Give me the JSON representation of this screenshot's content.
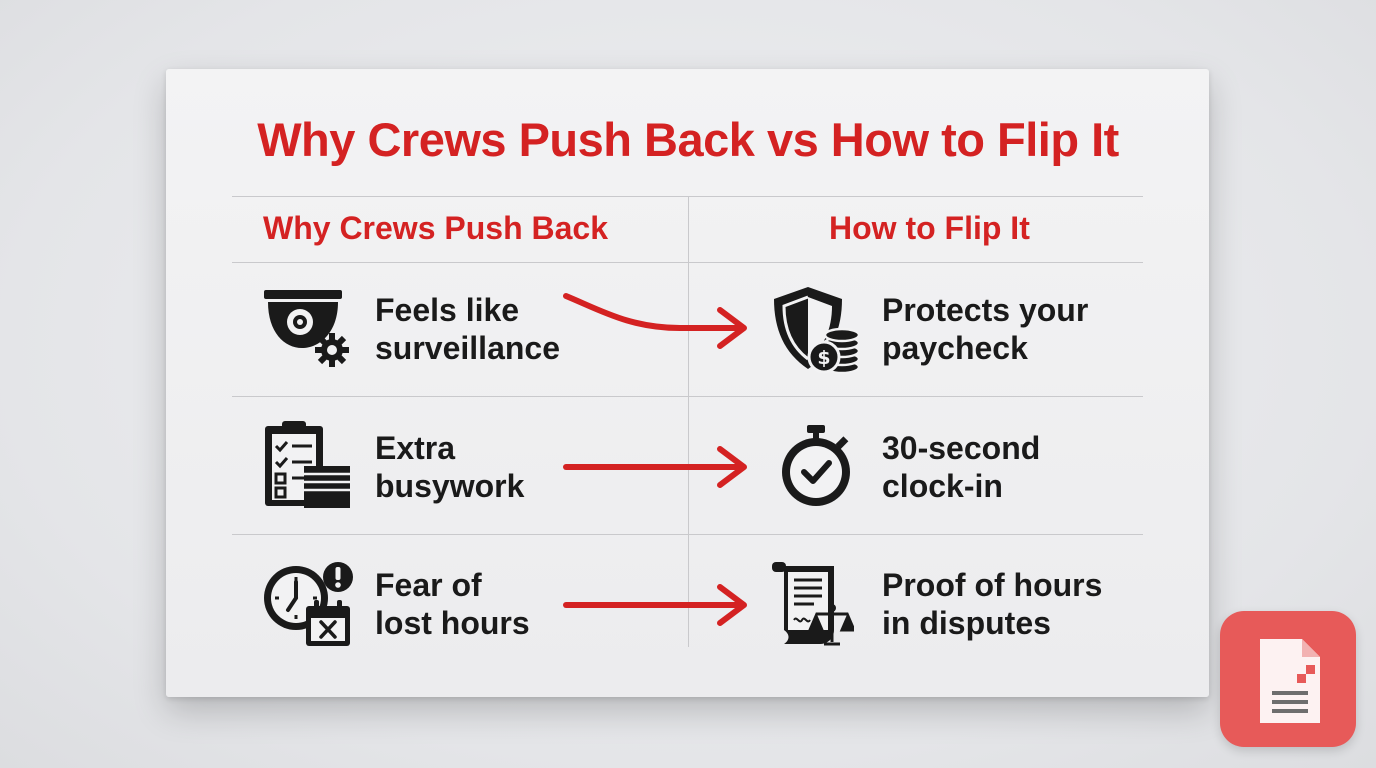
{
  "title": "Why Crews Push Back vs How to Flip It",
  "columns": {
    "left_header": "Why Crews Push Back",
    "right_header": "How to Flip It"
  },
  "rows": [
    {
      "left_icon": "surveillance-camera-gear-icon",
      "left_line1": "Feels like",
      "left_line2": "surveillance",
      "right_icon": "shield-coins-icon",
      "right_line1": "Protects your",
      "right_line2": "paycheck"
    },
    {
      "left_icon": "clipboard-paperwork-icon",
      "left_line1": "Extra",
      "left_line2": "busywork",
      "right_icon": "stopwatch-check-icon",
      "right_line1": "30-second",
      "right_line2": "clock-in"
    },
    {
      "left_icon": "clock-alert-calendar-icon",
      "left_line1": "Fear of",
      "left_line2": "lost hours",
      "right_icon": "document-scales-icon",
      "right_line1": "Proof of hours",
      "right_line2": "in disputes"
    }
  ],
  "colors": {
    "accent_red": "#d42222",
    "text_dark": "#1a1a1a",
    "app_tile": "#e75a59"
  },
  "app_tile_icon": "document-app-icon"
}
